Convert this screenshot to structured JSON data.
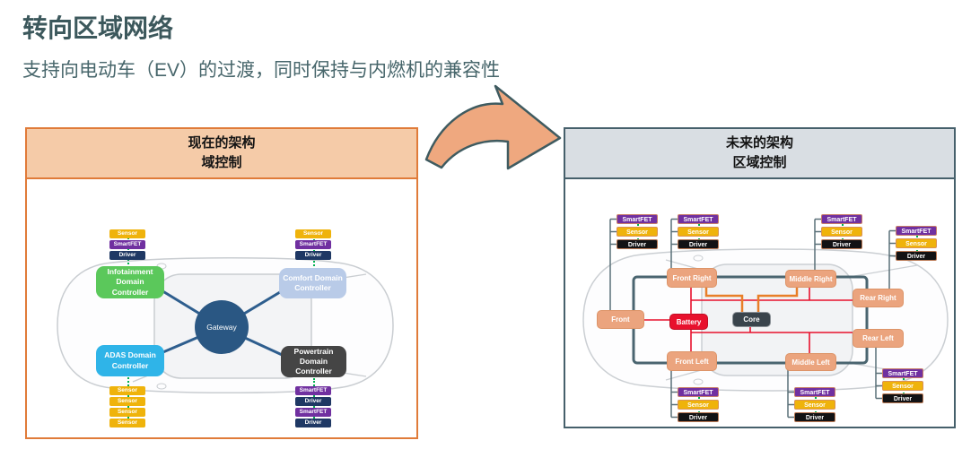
{
  "page": {
    "title": "转向区域网络",
    "subtitle": "支持向电动车（EV）的过渡，同时保持与内燃机的兼容性"
  },
  "current": {
    "header_line1": "现在的架构",
    "header_line2": "域控制",
    "gateway_label": "Gateway",
    "controllers": {
      "infotainment": "Infotainment Domain Controller",
      "comfort": "Comfort Domain Controller",
      "adas": "ADAS Domain Controller",
      "powertrain": "Powertrain Domain Controller"
    },
    "stacks": {
      "top_left": [
        "Sensor",
        "SmartFET",
        "Driver"
      ],
      "top_right": [
        "Sensor",
        "SmartFET",
        "Driver"
      ],
      "bottom_left": [
        "Sensor",
        "Sensor",
        "Sensor",
        "Sensor"
      ],
      "bottom_right": [
        "SmartFET",
        "Driver",
        "SmartFET",
        "Driver"
      ]
    }
  },
  "future": {
    "header_line1": "未来的架构",
    "header_line2": "区域控制",
    "zones": {
      "front": "Front",
      "front_right": "Front Right",
      "middle_right": "Middle Right",
      "rear_right": "Rear Right",
      "front_left": "Front Left",
      "middle_left": "Middle Left",
      "rear_left": "Rear Left"
    },
    "battery_label": "Battery",
    "core_label": "Core",
    "stack_items": [
      "SmartFET",
      "Sensor",
      "Driver"
    ]
  },
  "colors": {
    "title_teal": "#3C585C",
    "panel_orange": "#E07B39",
    "panel_orange_bg": "#F5CBA8",
    "panel_slate": "#46606B",
    "panel_slate_bg": "#D9DEE3",
    "arrow_fill": "#EFA87F",
    "sensor_yellow": "#EFB30B",
    "smartfet_purple": "#7030A0",
    "driver_navy": "#1F3864",
    "driver_black": "#121214",
    "infotainment_green": "#5BC85B",
    "comfort_blue": "#B9CBE8",
    "adas_cyan": "#2FB4E8",
    "powertrain_gray": "#454545",
    "gateway_blue": "#2A5783",
    "link_blue": "#2E5E8E",
    "zone_salmon": "#EBA47E",
    "battery_red": "#E8112D",
    "core_dark": "#3A444C",
    "data_orange": "#E87E28",
    "ring_slate": "#4A6570",
    "dotted_green": "#00B050"
  }
}
